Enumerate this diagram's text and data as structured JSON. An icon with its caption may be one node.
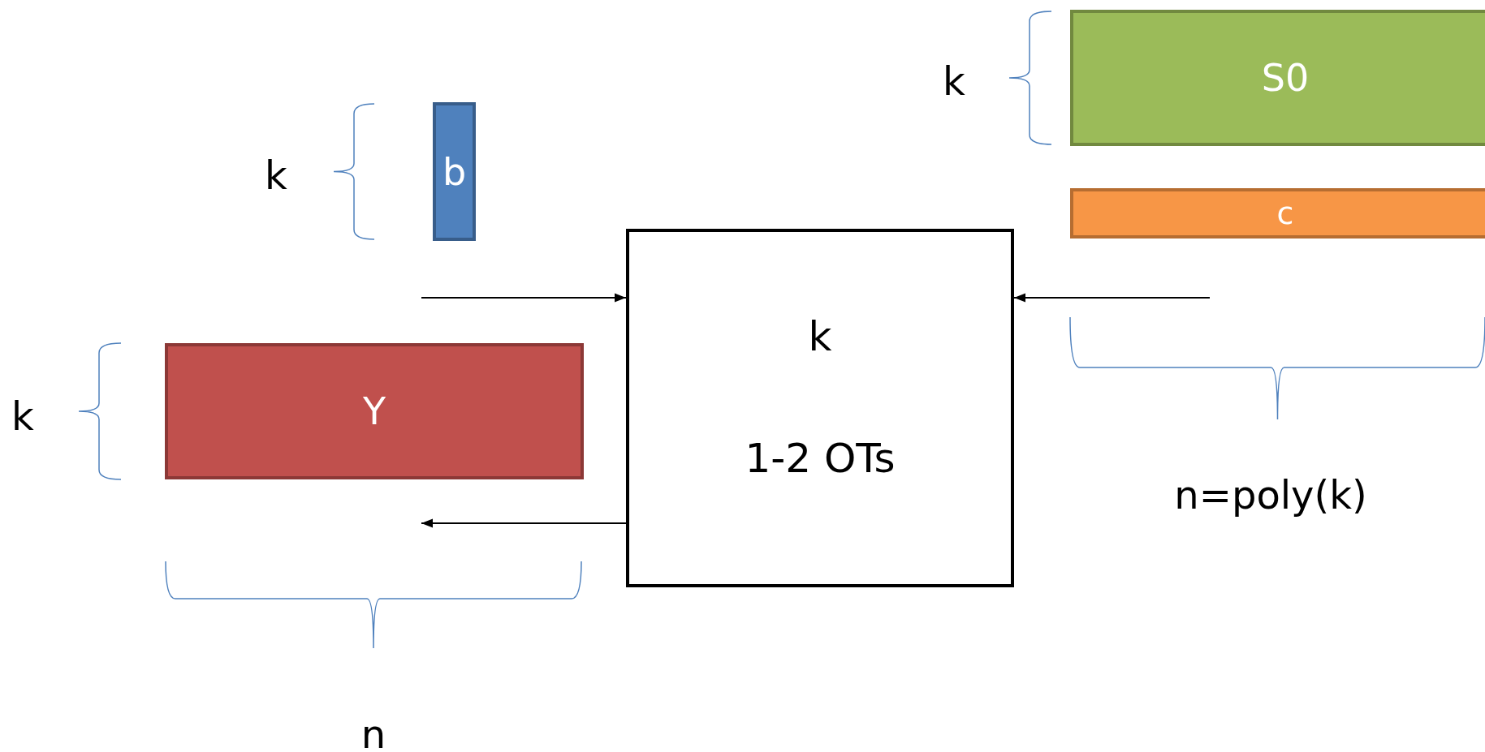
{
  "diagram": {
    "nodes": [
      {
        "text": [
          "S0"
        ]
      },
      {
        "text": [
          "b"
        ]
      },
      {
        "text": [
          "c"
        ]
      },
      {
        "text": [
          "k",
          "1-2 OTs"
        ]
      },
      {
        "text": [
          "Y"
        ]
      }
    ],
    "edges": [
      {
        "from": null,
        "to": 3,
        "arrow": "to"
      },
      {
        "from": 3,
        "to": null,
        "arrow": "to"
      },
      {
        "from": null,
        "to": 3,
        "arrow": "to"
      }
    ],
    "labels": [
      "k",
      "k",
      "k",
      "n=poly(k)",
      "n"
    ]
  }
}
